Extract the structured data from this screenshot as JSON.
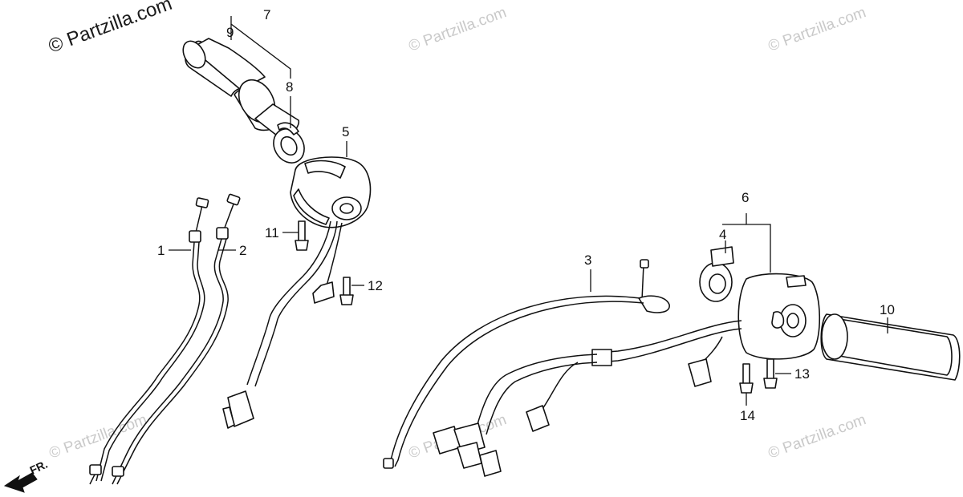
{
  "watermarks": {
    "main": "© Partzilla.com",
    "repeat": "© Partzilla.com"
  },
  "front_marker": {
    "label": "FR.",
    "icon": "front-arrow-icon"
  },
  "callouts": {
    "p1": "1",
    "p2": "2",
    "p3": "3",
    "p4": "4",
    "p5": "5",
    "p6": "6",
    "p7": "7",
    "p8": "8",
    "p9": "9",
    "p10": "10",
    "p11": "11",
    "p12": "12",
    "p13": "13",
    "p14": "14"
  },
  "colors": {
    "line": "#111111",
    "watermark": "#c9c9c9",
    "background": "#ffffff"
  }
}
